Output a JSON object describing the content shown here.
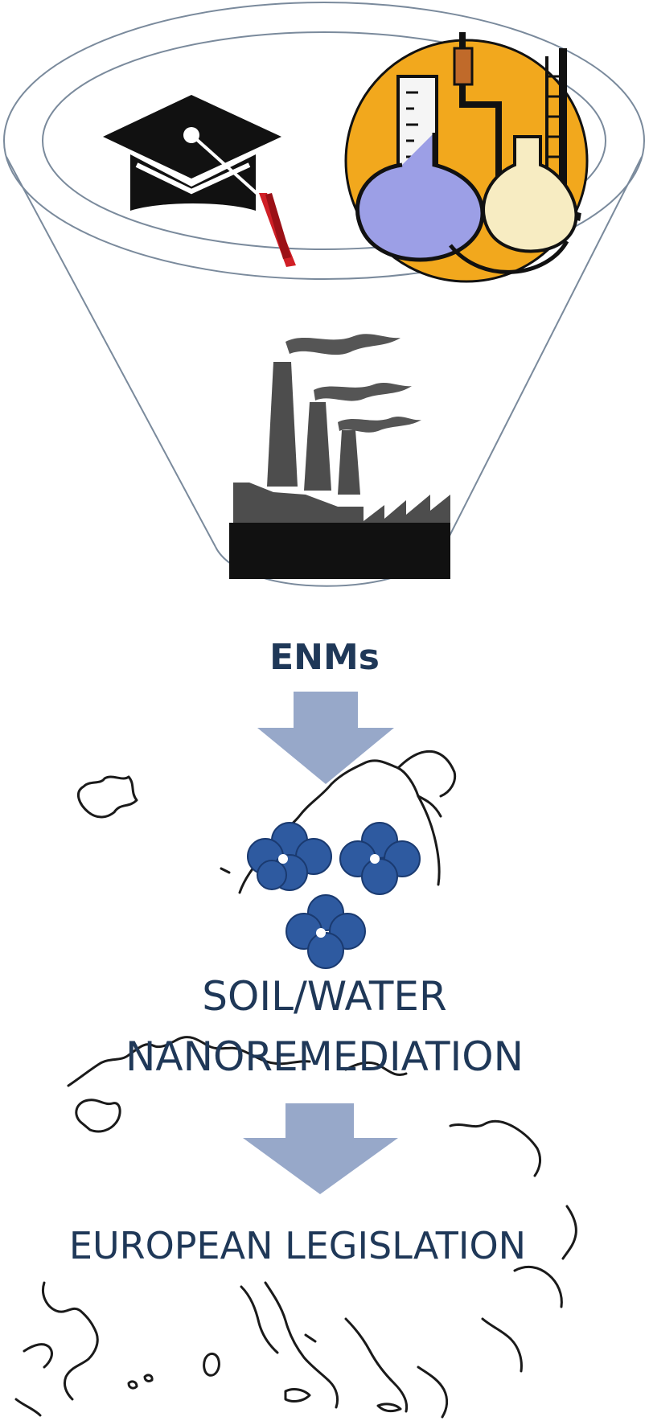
{
  "diagram": {
    "stage1_label": "ENMs",
    "stage2_label_line1": "SOIL/WATER",
    "stage2_label_line2": "NANOREMEDIATION",
    "stage3_label": "EUROPEAN LEGISLATION"
  },
  "icons": {
    "funnel": "funnel-icon",
    "academia": "graduation-cap-icon",
    "research": "lab-glassware-icon",
    "industry": "factory-icon",
    "nanoparticles": "nanoparticle-cluster-icon",
    "map": "europe-map-icon",
    "arrow": "down-arrow-icon"
  },
  "colors": {
    "text": "#1f3858",
    "arrow": "#97a8c9",
    "nanoparticle": "#2e5aa0",
    "lab_circle": "#f2a81d",
    "flask": "#9c9fe6",
    "factory": "#4d4d4d",
    "cap": "#111111",
    "tassel": "#d01f26"
  }
}
